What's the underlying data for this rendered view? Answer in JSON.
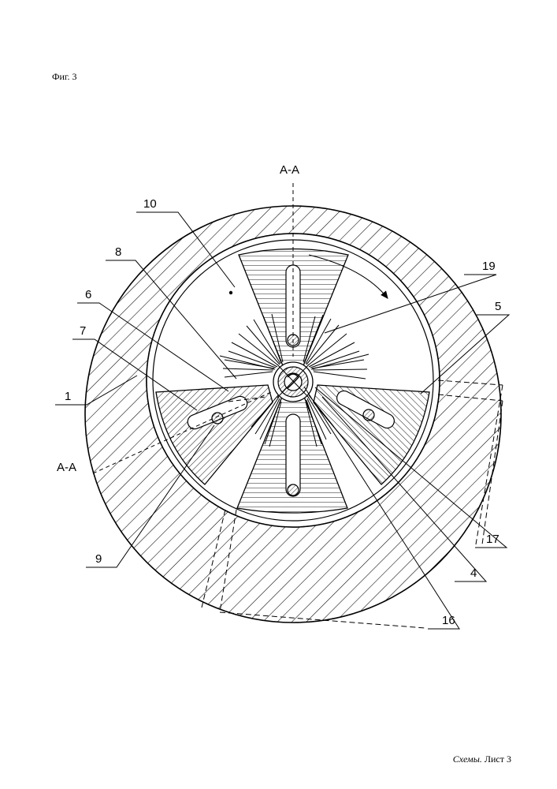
{
  "page": {
    "figure_title": "Фиг. 3",
    "footer_italic": "Схемы.",
    "footer_rest": " Лист 3"
  },
  "drawing": {
    "section_label_top": "А-А",
    "section_label_left": "А-А",
    "callouts": {
      "c1": "1",
      "c4": "4",
      "c5": "5",
      "c6": "6",
      "c7": "7",
      "c8": "8",
      "c9": "9",
      "c10": "10",
      "c16": "16",
      "c17": "17",
      "c19": "19"
    }
  }
}
